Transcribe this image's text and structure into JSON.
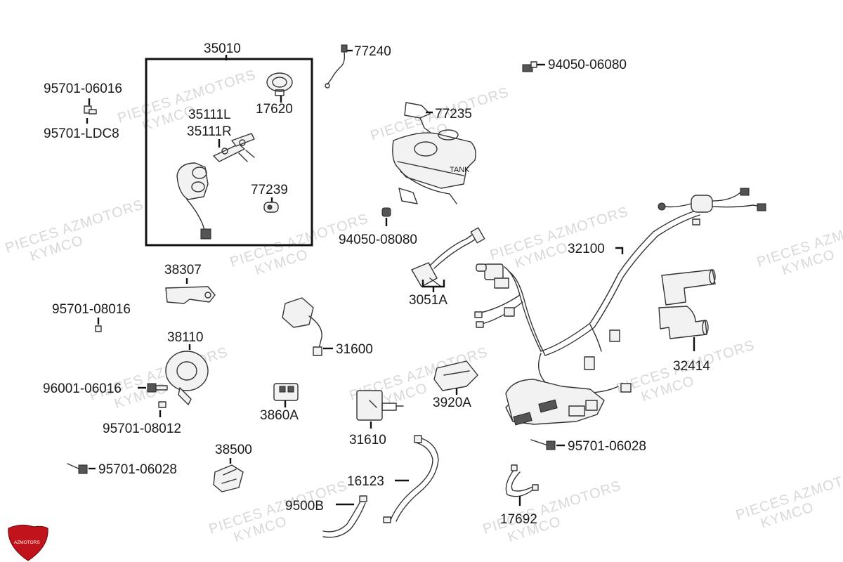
{
  "labels": {
    "p35010": "35010",
    "p77240": "77240",
    "p94050_06080": "94050-06080",
    "p95701_06016": "95701-06016",
    "p95701_ldc8": "95701-LDC8",
    "p17620": "17620",
    "p35111L": "35111L",
    "p35111R": "35111R",
    "p77235": "77235",
    "tank": "TANK",
    "p77239": "77239",
    "p94050_08080": "94050-08080",
    "p32100": "32100",
    "p38307": "38307",
    "p3051A": "3051A",
    "p95701_08016": "95701-08016",
    "p38110": "38110",
    "p31600": "31600",
    "p32414": "32414",
    "p96001_06016": "96001-06016",
    "p3920A": "3920A",
    "p3860A": "3860A",
    "p95701_08012": "95701-08012",
    "p31610": "31610",
    "p95701_06028_right": "95701-06028",
    "p38500": "38500",
    "p95701_06028_left": "95701-06028",
    "p16123": "16123",
    "p9500B": "9500B",
    "p17692": "17692"
  },
  "watermark": {
    "line1": "PIECES AZMOTORS",
    "line2": "KYMCO"
  },
  "logo": {
    "text": "AZMOTORS",
    "color": "#c0141c"
  }
}
